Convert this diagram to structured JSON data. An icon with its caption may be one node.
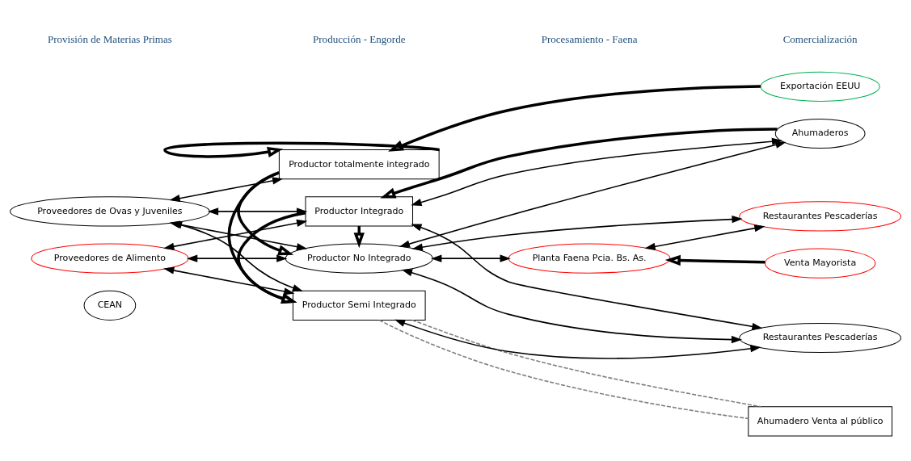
{
  "diagram": {
    "nodes": [
      {
        "text": [
          "CEAN"
        ]
      },
      {
        "text": [
          "Proveedores de Ovas y Juveniles"
        ]
      },
      {
        "text": [
          "Proveedores de Alimento"
        ]
      },
      {
        "text": [
          "Productor totalmente integrado"
        ]
      },
      {
        "text": [
          "Productor Integrado"
        ]
      },
      {
        "text": [
          "Productor Semi Integrado"
        ]
      },
      {
        "text": [
          "Productor No Integrado"
        ]
      },
      {
        "text": [
          "Planta Faena Pcia. Bs. As."
        ]
      },
      {
        "text": [
          "Exportación EEUU"
        ]
      },
      {
        "text": [
          "Ahumaderos"
        ]
      },
      {
        "text": [
          "Ahumadero Venta al público"
        ]
      },
      {
        "text": [
          "Restaurantes Pescaderías"
        ]
      },
      {
        "text": [
          "Restaurantes Pescaderías"
        ]
      },
      {
        "text": [
          "Venta Mayorista"
        ]
      }
    ],
    "edges": [
      {
        "from": 1,
        "to": 3,
        "arrow": "both"
      },
      {
        "from": 1,
        "to": 4,
        "arrow": "both"
      },
      {
        "from": 1,
        "to": 5,
        "arrow": "both"
      },
      {
        "from": 1,
        "to": 6,
        "arrow": "both"
      },
      {
        "from": 2,
        "to": 4,
        "arrow": "both"
      },
      {
        "from": 2,
        "to": 5,
        "arrow": "both"
      },
      {
        "from": 2,
        "to": 6,
        "arrow": "both"
      },
      {
        "from": 3,
        "to": 3,
        "arrow": "to",
        "style": "thick"
      },
      {
        "from": 3,
        "to": 5,
        "arrow": "to",
        "style": "thick"
      },
      {
        "from": 3,
        "to": 6,
        "arrow": "to",
        "style": "thick"
      },
      {
        "from": 4,
        "to": 5,
        "arrow": "to",
        "style": "thick"
      },
      {
        "from": 4,
        "to": 6,
        "arrow": "to",
        "style": "thick"
      },
      {
        "from": 8,
        "to": 3,
        "arrow": "to",
        "style": "thick"
      },
      {
        "from": 9,
        "to": 4,
        "arrow": "to",
        "style": "thick"
      },
      {
        "from": 4,
        "to": 9,
        "arrow": "both"
      },
      {
        "from": 4,
        "to": 11,
        "arrow": "both"
      },
      {
        "from": 6,
        "to": 9,
        "arrow": "both"
      },
      {
        "from": 5,
        "to": 11,
        "arrow": "both"
      },
      {
        "from": 6,
        "to": 11,
        "arrow": "both"
      },
      {
        "from": 6,
        "to": 12,
        "arrow": "both"
      },
      {
        "from": 6,
        "to": 7,
        "arrow": "both"
      },
      {
        "from": 7,
        "to": 12,
        "arrow": "both"
      },
      {
        "from": 13,
        "to": 7,
        "arrow": "to",
        "style": "thick"
      },
      {
        "from": 5,
        "to": 10,
        "arrow": "none",
        "style": "dashed",
        "color": "#808080"
      },
      {
        "from": 5,
        "to": 10,
        "arrow": "none",
        "style": "dashed",
        "color": "#808080"
      }
    ],
    "labels": [
      "Provisión de Materias Primas",
      "Producción - Engorde",
      "Procesamiento - Faena",
      "Comercialización"
    ]
  }
}
